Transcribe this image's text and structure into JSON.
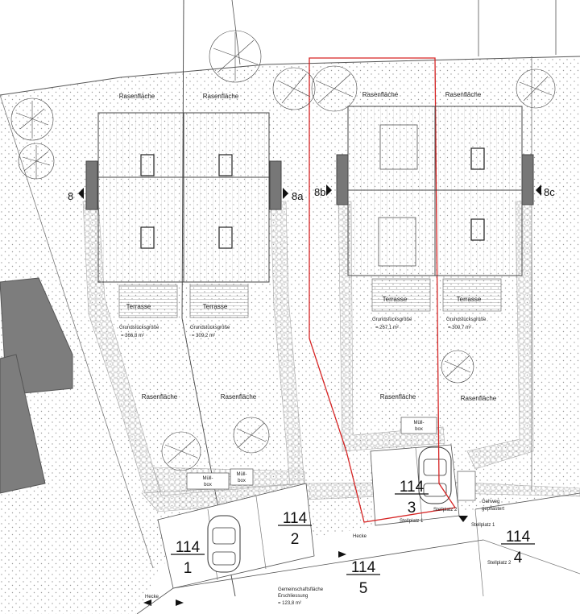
{
  "labels": {
    "lawn_tl": "Rasenfläche",
    "lawn_tm": "Rasenfläche",
    "lawn_tr1": "Rasenfläche",
    "lawn_tr2": "Rasenfläche",
    "lawn_bl": "Rasenfläche",
    "lawn_bm": "Rasenfläche",
    "lawn_br1": "Rasenfläche",
    "lawn_br2": "Rasenfläche",
    "terrace_1": "Terrasse",
    "terrace_2": "Terrasse",
    "terrace_3": "Terrasse",
    "terrace_4": "Terrasse",
    "house_8": "8",
    "house_8a": "8a",
    "house_8b": "8b",
    "house_8c": "8c"
  },
  "plots": [
    {
      "title": "Grundstücksgröße",
      "area": "= 366,8 m²"
    },
    {
      "title": "Grundstücksgröße",
      "area": "= 309,2 m²"
    },
    {
      "title": "Grundstücksgröße",
      "area": "= 267,1 m²"
    },
    {
      "title": "Grundstücksgröße",
      "area": "= 300,7 m²"
    }
  ],
  "parcels": [
    {
      "num": "114",
      "den": "1"
    },
    {
      "num": "114",
      "den": "2"
    },
    {
      "num": "114",
      "den": "3"
    },
    {
      "num": "114",
      "den": "4"
    },
    {
      "num": "114",
      "den": "5"
    }
  ],
  "misc": {
    "bins_1_a": "Müll-",
    "bins_1_b": "box",
    "bins_2_a": "Müll-",
    "bins_2_b": "box",
    "bins_3_a": "Müll-",
    "bins_3_b": "box",
    "parking_1": "Stellplatz 1",
    "parking_2": "Stellplatz 2",
    "parking_3": "Stellplatz 1",
    "parking_4": "Stellplatz 2",
    "walk_a": "Gehweg",
    "walk_b": "gepflastert",
    "hedge_1": "Hecke",
    "hedge_2": "Hecke",
    "common_a": "Gemeinschaftsfläche",
    "common_b": "Erschliessung",
    "common_c": "= 123,8 m²"
  }
}
